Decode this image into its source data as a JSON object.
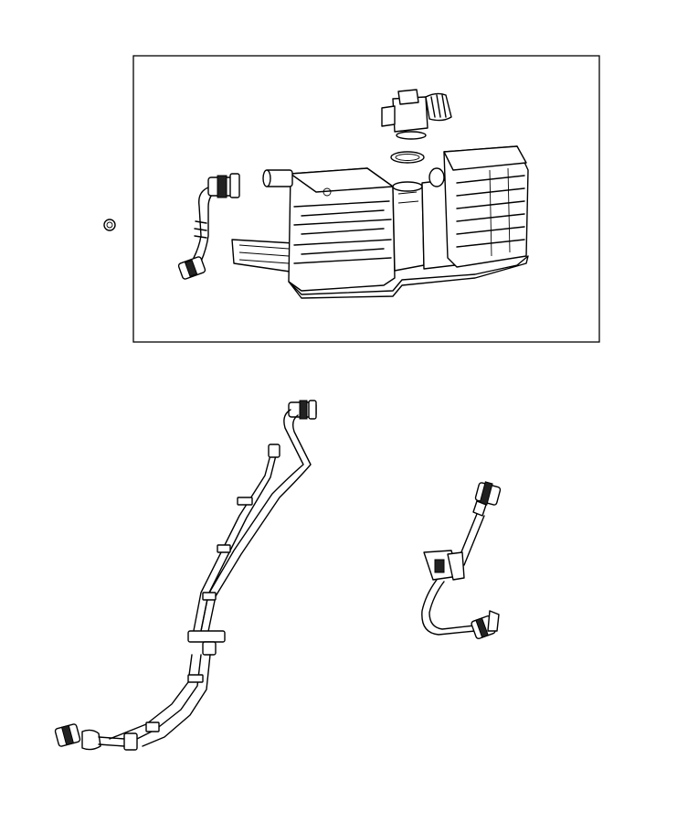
{
  "diagram": {
    "frame_stroke": "#000000",
    "line_color": "#000000",
    "background": "#ffffff",
    "parts": [
      "standalone-grommet",
      "vapor-canister-assembly",
      "canister-vent-valve",
      "o-ring-seal",
      "short-vent-hose",
      "long-vapor-line-bundle",
      "vent-hose-with-filter"
    ]
  }
}
